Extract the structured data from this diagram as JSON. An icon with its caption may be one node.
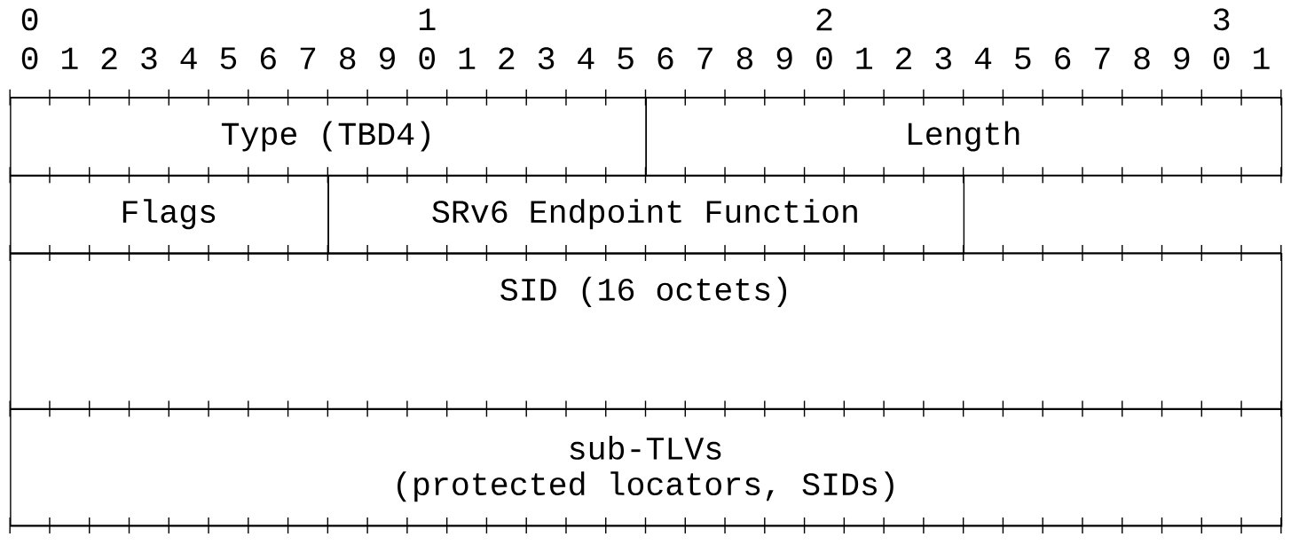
{
  "diagram": {
    "nodes": [
      {
        "text": [
          "Type (TBD4)"
        ]
      },
      {
        "text": [
          "Length"
        ]
      },
      {
        "text": [
          "Flags"
        ]
      },
      {
        "text": [
          "SRv6 Endpoint Function"
        ]
      },
      {
        "text": [
          "SID (16 octets)"
        ]
      },
      {
        "text": [
          "sub-TLVs",
          "(protected locators, SIDs)"
        ]
      }
    ],
    "labels": [
      "0",
      "1",
      "2",
      "3",
      "0",
      "1",
      "2",
      "3",
      "4",
      "5",
      "6",
      "7",
      "8",
      "9",
      "0",
      "1",
      "2",
      "3",
      "4",
      "5",
      "6",
      "7",
      "8",
      "9",
      "0",
      "1",
      "2",
      "3",
      "4",
      "5",
      "6",
      "7",
      "8",
      "9",
      "0",
      "1"
    ]
  }
}
